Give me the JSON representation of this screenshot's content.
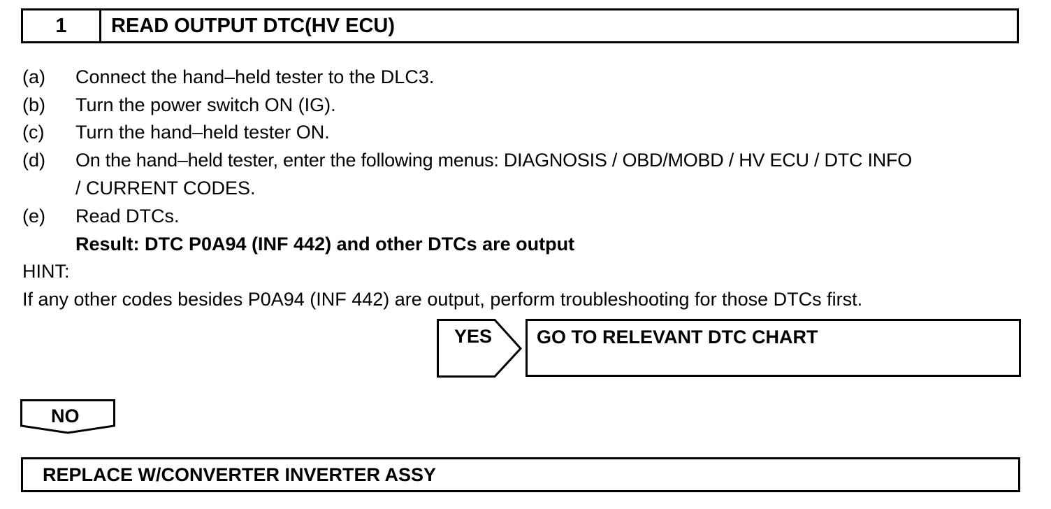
{
  "step": {
    "number": "1",
    "title": "READ OUTPUT DTC(HV ECU)"
  },
  "steps": [
    {
      "label": "(a)",
      "text": "Connect the hand–held tester to the DLC3."
    },
    {
      "label": "(b)",
      "text": "Turn the power switch ON (IG)."
    },
    {
      "label": "(c)",
      "text": "Turn the hand–held tester ON."
    },
    {
      "label": "(d)",
      "text": "On the hand–held tester, enter the following menus: DIAGNOSIS / OBD/MOBD / HV ECU / DTC INFO",
      "text_cont": "/ CURRENT CODES."
    },
    {
      "label": "(e)",
      "text": "Read DTCs."
    }
  ],
  "result": "Result: DTC P0A94 (INF 442) and other DTCs are output",
  "hint": {
    "label": "HINT:",
    "text": "If any other codes besides P0A94 (INF 442) are output, perform troubleshooting for those DTCs first."
  },
  "yes": {
    "label": "YES",
    "action": "GO TO RELEVANT DTC CHART"
  },
  "no": {
    "label": "NO",
    "action": "REPLACE W/CONVERTER INVERTER ASSY"
  }
}
